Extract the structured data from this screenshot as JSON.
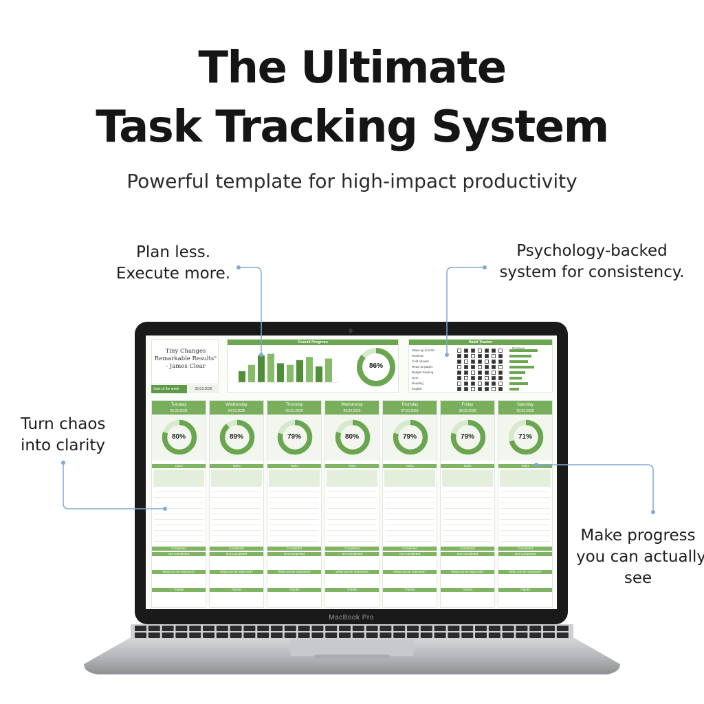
{
  "hero": {
    "title_line1": "The Ultimate",
    "title_line2": "Task Tracking System",
    "subtitle": "Powerful template for high-impact productivity"
  },
  "callouts": {
    "plan": [
      "Plan less.",
      "Execute more."
    ],
    "psychology": [
      "Psychology-backed",
      "system for consistency."
    ],
    "chaos": [
      "Turn chaos",
      "into clarity"
    ],
    "progress": [
      "Make progress",
      "you can actually",
      "see"
    ]
  },
  "laptop": {
    "brand": "MacBook Pro"
  },
  "dashboard": {
    "quote": [
      "Tiny Changes",
      "Remarkable Results\"",
      "- James Clear"
    ],
    "start_label": "Start of the week",
    "start_date": "02.03.2026",
    "overall_title": "Overall Progress",
    "overall_pct": "86%",
    "overall_bars": [
      0.35,
      0.55,
      0.85,
      0.9,
      0.6,
      0.55,
      0.7,
      0.8,
      0.5,
      0.75
    ],
    "habit_title": "Habit Tracker",
    "habit_progress_label": "Progress",
    "habits": [
      {
        "name": "Wake up at 6:00",
        "level": 0.9
      },
      {
        "name": "Workout",
        "level": 0.7
      },
      {
        "name": "Cold shower",
        "level": 0.6
      },
      {
        "name": "Read 10 pages",
        "level": 0.8
      },
      {
        "name": "Budget tracking",
        "level": 0.5
      },
      {
        "name": "Gym",
        "level": 0.4
      },
      {
        "name": "Reading",
        "level": 0.6
      },
      {
        "name": "English",
        "level": 0.3
      }
    ],
    "days": [
      {
        "name": "Tuesday",
        "date": "03.03.2026",
        "pct": "80%",
        "level": 0.8
      },
      {
        "name": "Wednesday",
        "date": "04.03.2026",
        "pct": "89%",
        "level": 0.89
      },
      {
        "name": "Thursday",
        "date": "05.03.2026",
        "pct": "79%",
        "level": 0.79
      },
      {
        "name": "Wednesday",
        "date": "06.03.2026",
        "pct": "80%",
        "level": 0.8
      },
      {
        "name": "Thursday",
        "date": "07.03.2026",
        "pct": "79%",
        "level": 0.79
      },
      {
        "name": "Friday",
        "date": "08.03.2026",
        "pct": "79%",
        "level": 0.79
      },
      {
        "name": "Saturday",
        "date": "09.03.2026",
        "pct": "71%",
        "level": 0.71
      }
    ],
    "section_tasks": "Tasks",
    "section_completed": "Completed",
    "section_not_completed": "Not Completed",
    "section_improve": "What can be improved?",
    "section_thanks": "Thanks"
  },
  "colors": {
    "accent": "#6aa64f",
    "accent_light": "#d7e9cc",
    "line": "#7fa9d6"
  }
}
